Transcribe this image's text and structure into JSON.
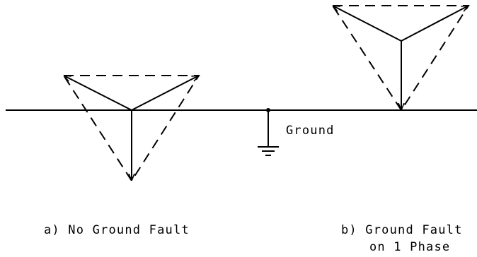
{
  "diagram": {
    "ground_label": "Ground",
    "caption_a": "a) No Ground Fault",
    "caption_b_line1": "b) Ground Fault",
    "caption_b_line2": "on 1 Phase"
  },
  "colors": {
    "line": "#000000",
    "background": "#ffffff"
  }
}
